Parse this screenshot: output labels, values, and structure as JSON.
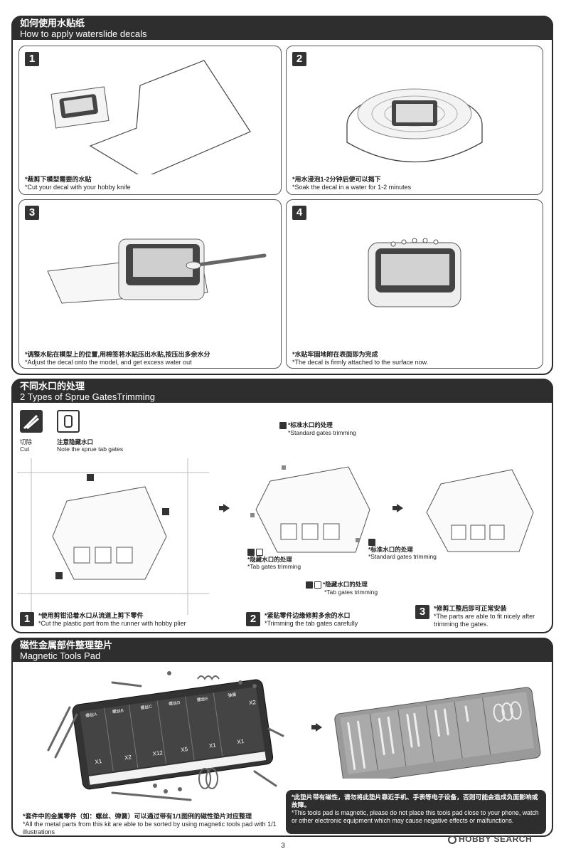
{
  "decals": {
    "title_zh": "如何使用水贴纸",
    "title_en": "How to apply waterslide decals",
    "steps": [
      {
        "num": "1",
        "zh": "*裁剪下模型需要的水贴",
        "en": "*Cut your decal with your hobby knife"
      },
      {
        "num": "2",
        "zh": "*用水浸泡1-2分钟后便可以揭下",
        "en": "*Soak the decal in a water for 1-2 minutes"
      },
      {
        "num": "3",
        "zh": "*调整水贴在模型上的位置,用棉签将水贴压出水贴,按压出多余水分",
        "en": "*Adjust the decal onto the model, and get excess water out"
      },
      {
        "num": "4",
        "zh": "*水贴牢固地附在表面即为完成",
        "en": "*The decal is firmly attached to the surface now."
      }
    ]
  },
  "sprue": {
    "title_zh": "不同水口的处理",
    "title_en": "2 Types of Sprue GatesTrimming",
    "cut_zh": "切除",
    "cut_en": "Cut",
    "note_zh": "注意隐藏水口",
    "note_en": "Note the sprue tab gates",
    "std_zh": "*标准水口的处理",
    "std_en": "*Standard gates trimming",
    "tab_zh": "*隐藏水口的处理",
    "tab_en": "*Tab gates trimming",
    "steps": [
      {
        "num": "1",
        "zh": "*使用剪钳沿着水口从流道上剪下零件",
        "en": "*Cut the plastic part from the runner with hobby plier"
      },
      {
        "num": "2",
        "zh": "*紧贴零件边缘修剪多余的水口",
        "en": "*Trimming the tab gates carefully"
      },
      {
        "num": "3",
        "zh": "*修剪工整后即可正常安装",
        "en": "*The parts are able to fit nicely after trimming the gates."
      }
    ]
  },
  "magnetic": {
    "title_zh": "磁性金属部件整理垫片",
    "title_en": "Magnetic Tools Pad",
    "pad_labels": [
      "螺丝A",
      "螺丝B",
      "螺丝C",
      "螺丝D",
      "螺丝E",
      "弹簧",
      "X1",
      "X2",
      "X12",
      "X5",
      "X1",
      "X1",
      "X2"
    ],
    "left_zh": "*套件中的金属零件（如：螺丝、弹簧）可以通过带有1/1图例的磁性垫片对应整理",
    "left_en": "*All the metal parts from this kit are able to be sorted by using magnetic tools pad with 1/1 illustrations",
    "warn_zh": "*此垫片带有磁性，请勿将此垫片靠近手机、手表等电子设备，否则可能会造成负面影响或故障。",
    "warn_en": "*This tools pad is magnetic, please do not place this tools pad close to your phone, watch or other electronic equipment which may cause negative effects or malfunctions."
  },
  "page_number": "3",
  "watermark": "HOBBY SEARCH",
  "colors": {
    "header": "#2e2e2e",
    "warning_bg": "#2e2e2e",
    "accent": "#333333"
  }
}
